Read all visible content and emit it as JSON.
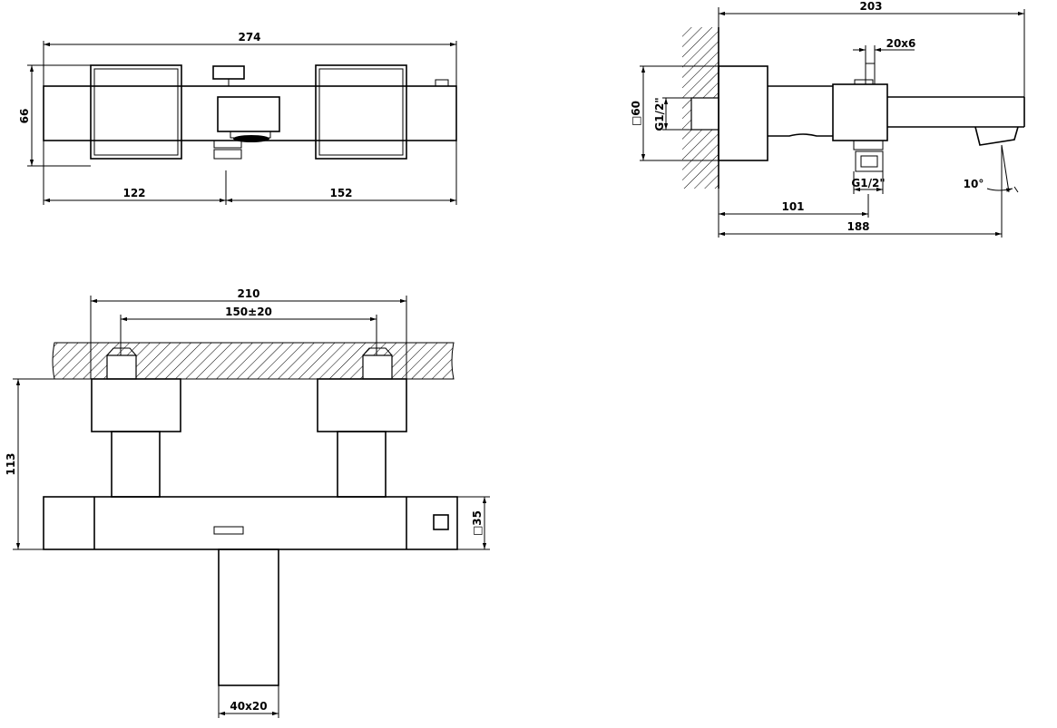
{
  "drawing": {
    "front_view": {
      "overall_width": "274",
      "height": "66",
      "left_offset": "122",
      "right_offset": "152"
    },
    "side_view": {
      "total_projection": "203",
      "spout_reach": "188",
      "outlet_position": "101",
      "wall_plate": "□60",
      "inlet_thread": "G1/2\"",
      "outlet_thread": "G1/2\"",
      "handle_size": "20x6",
      "spout_angle": "10°"
    },
    "top_view": {
      "inlet_span": "210",
      "centres": "150±20",
      "depth": "113",
      "body_section": "□35",
      "spout_section": "40x20"
    }
  }
}
